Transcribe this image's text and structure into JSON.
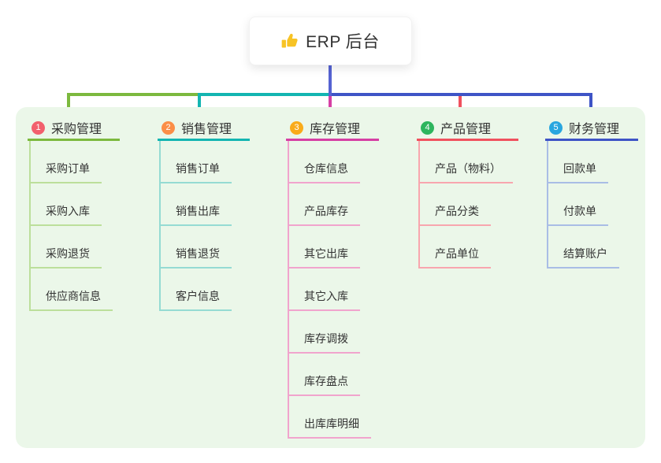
{
  "root": {
    "label": "ERP 后台",
    "icon": "thumbs-up-icon",
    "icon_color": "#f7c325"
  },
  "colors": {
    "page_background": "#ffffff",
    "panel_background": "#ebf7e9",
    "root_line": "#5562d2",
    "text": "#333333"
  },
  "branches": [
    {
      "badge": "1",
      "label": "采购管理",
      "badge_color": "#f2606d",
      "line_color": "#7cb93e",
      "light_color": "#bcdf9b",
      "children": [
        "采购订单",
        "采购入库",
        "采购退货",
        "供应商信息"
      ]
    },
    {
      "badge": "2",
      "label": "销售管理",
      "badge_color": "#fb8e47",
      "line_color": "#13b5b1",
      "light_color": "#95dbd3",
      "children": [
        "销售订单",
        "销售出库",
        "销售退货",
        "客户信息"
      ]
    },
    {
      "badge": "3",
      "label": "库存管理",
      "badge_color": "#f9ab19",
      "line_color": "#d63fa4",
      "light_color": "#f1a4cd",
      "children": [
        "仓库信息",
        "产品库存",
        "其它出库",
        "其它入库",
        "库存调拨",
        "库存盘点",
        "出库库明细"
      ]
    },
    {
      "badge": "4",
      "label": "产品管理",
      "badge_color": "#2db55d",
      "line_color": "#f0515e",
      "light_color": "#f8a6ae",
      "children": [
        "产品（物料）",
        "产品分类",
        "产品单位"
      ]
    },
    {
      "badge": "5",
      "label": "财务管理",
      "badge_color": "#29a6df",
      "line_color": "#3e54c6",
      "light_color": "#a9bde5",
      "children": [
        "回款单",
        "付款单",
        "结算账户"
      ]
    }
  ]
}
